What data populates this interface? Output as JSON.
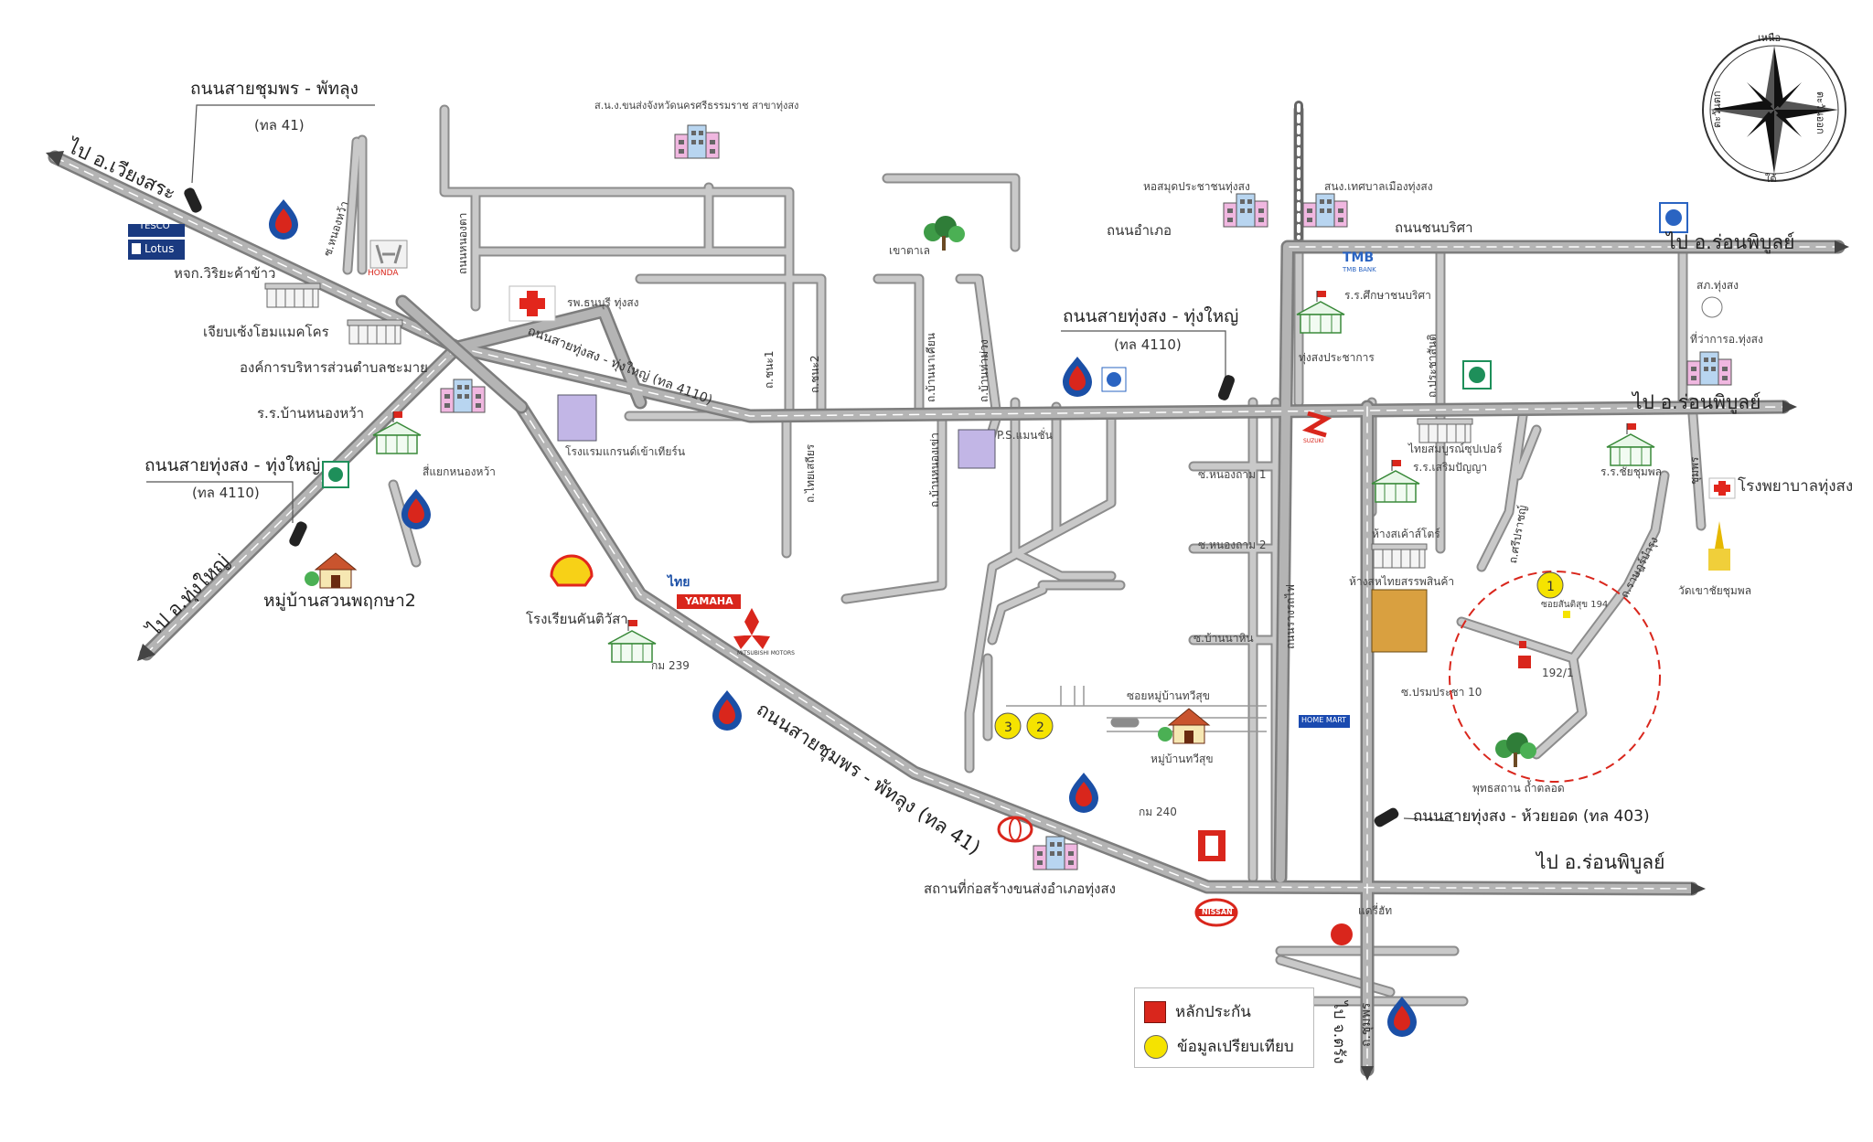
{
  "legend": {
    "collateral": "หลักประกัน",
    "comparison": "ข้อมูลเปรียบเทียบ"
  },
  "compass": {
    "n": "เหนือ",
    "s": "ใต้",
    "e": "ตะวันออก",
    "w": "ตะวันตก"
  },
  "markers": {
    "m1": "1",
    "m2": "2",
    "m3": "3"
  },
  "roads": {
    "chumphon_phatthalung_top": "ถนนสายชุมพร - พัทลุง",
    "chumphon_phatthalung_top_code": "(ทล 41)",
    "chumphon_phatthalung_bottom": "ถนนสายชุมพร - พัทลุง (ทล 41)",
    "thungsong_thungyai_left": "ถนนสายทุ่งสง - ทุ่งใหญ่",
    "thungsong_thungyai_left_code": "(ทล 4110)",
    "thungsong_thungyai_center": "ถนนสายทุ่งสง - ทุ่งใหญ่",
    "thungsong_thungyai_center_code": "(ทล 4110)",
    "thungsong_thungyai_diag": "ถนนสายทุ่งสง - ทุ่งใหญ่ (ทล 4110)",
    "thungsong_huaiyot": "ถนนสายทุ่งสง - ห้วยยอด (ทล 403)",
    "chamnong": "ถนนชนบริศา",
    "amnoe": "ถนนอำเภอ",
    "nong_ta": "ถนนหนองตา",
    "nong_wa": "ซ.หนองหว้า",
    "thanon_1": "ถ.ชนะ1",
    "thanon_2": "ถ.ชนะ2",
    "thai_setthi": "ถ.ไทยเสถียร",
    "ban_non": "ถ.บ้านนาเคียน",
    "ban_thung": "ถ.บ้านท่าม่วง",
    "ban_nong_khao": "ถ.บ้านหนองเข่า",
    "nong_khram_1": "ซ.หนองถาม 1",
    "nong_khram_2": "ซ.หนองถาม 2",
    "ban_na_hin": "ซ.บ้านนาหิน",
    "soi_village": "ซอยหมู่บ้านทวีสุข",
    "rangsi": "ถนนรางรถไฟ",
    "chumphon_road": "ถ.ชุมพร",
    "prachan": "ถ.ประชาสันติ",
    "soi_194": "ซอยสันติสุข 194",
    "chao_pram": "ซ.ปรมประชา 10",
    "soi_1921": "192/1",
    "sri_lt": "ถ.ศรีปราชญ์",
    "lamp_a": "ถ.ราษฎร์บำรุง"
  },
  "destinations": {
    "wiang_sa": "ไป อ.เวียงสระ",
    "thung_yai": "ไป อ.ทุ่งใหญ่",
    "ron_phibun_top": "ไป อ.ร่อนพิบูลย์",
    "ron_phibun_mid": "ไป อ.ร่อนพิบูลย์",
    "ron_phibun_bottom": "ไป อ.ร่อนพิบูลย์",
    "bangkok": "ไป จ.ตรัง"
  },
  "places": {
    "tesco": "TESCO",
    "lotus": "Lotus",
    "honda": "HONDA",
    "rice_co": "หจก.วิริยะค้าข้าว",
    "jiap_seng": "เจียบเซ้งโฮมแมคโคร",
    "tambon_admin": "องค์การบริหารส่วนตำบลชะมาย",
    "school_nongwa": "ร.ร.บ้านหนองหว้า",
    "intersection": "สี่แยกหนองหว้า",
    "village_suan": "หมู่บ้านสวนพฤกษา2",
    "hospital_thonburi": "รพ.ธนบุรี ทุ่งสง",
    "grand_hotel": "โรงแรมแกรนด์เข้าเทียร์น",
    "transport_office": "ส.น.ง.ขนส่งจังหวัดนครศรีธรรมราช สาขาทุ่งสง",
    "khao_lak": "เขาตาเล",
    "clinic_hall": "หอสมุดประชาชนทุ่งสง",
    "municipal_school": "สนง.เทศบาลเมืองทุ่งสง",
    "tmb": "TMB",
    "tmb_sub": "TMB BANK",
    "school_sueksa": "ร.ร.ศึกษาชนบริศา",
    "thung_song_pachakan": "ทุ่งสงประชาการ",
    "post": "สภ.ทุ่งสง",
    "district_office": "ที่ว่าการอ.ทุ่งสง",
    "thai_sam": "ไทยสมบูรณ์ซุปเปอร์",
    "school_roem": "ร.ร.เสริมปัญญา",
    "school_chai": "ร.ร.ชัยชุมพล",
    "hospital_thungsong": "โรงพยาบาลทุ่งสง",
    "store_dept": "ห้างสเค้าส์โตร์",
    "store_thai": "ห้างสหไทยสรรพสินค้า",
    "wat": "วัดเขาชัยชุมพล",
    "monk_place": "พุทธสถาน ถ้ำตลอด",
    "village_thawi": "หมู่บ้านทวีสุข",
    "school_khan": "โรงเรียนคันติวัสา",
    "km239": "กม 239",
    "km240": "กม 240",
    "construction": "สถานที่ก่อสร้างขนส่งอำเภอทุ่งสง",
    "nissan": "NISSAN",
    "yamaha": "YAMAHA",
    "mitsubishi": "MITSUBISHI MOTORS",
    "home_mart": "HOME MART",
    "thai_bank": "ไทย",
    "suzuki": "SUZUKI",
    "sp_mansion": "P.S.แมนชั่น",
    "dairy_queen": "แดรี่ฮัท",
    "chumphon_zone": "ชุมพร"
  },
  "colors": {
    "road": "#c9c9c9",
    "road_edge": "#8c8c8c",
    "highway": "#9a9a9a",
    "collateral": "#d9261c",
    "comparison": "#f5e300",
    "ptt_blue": "#1b4fa6",
    "ptt_red": "#d9261c",
    "circle": "#d9261c"
  }
}
